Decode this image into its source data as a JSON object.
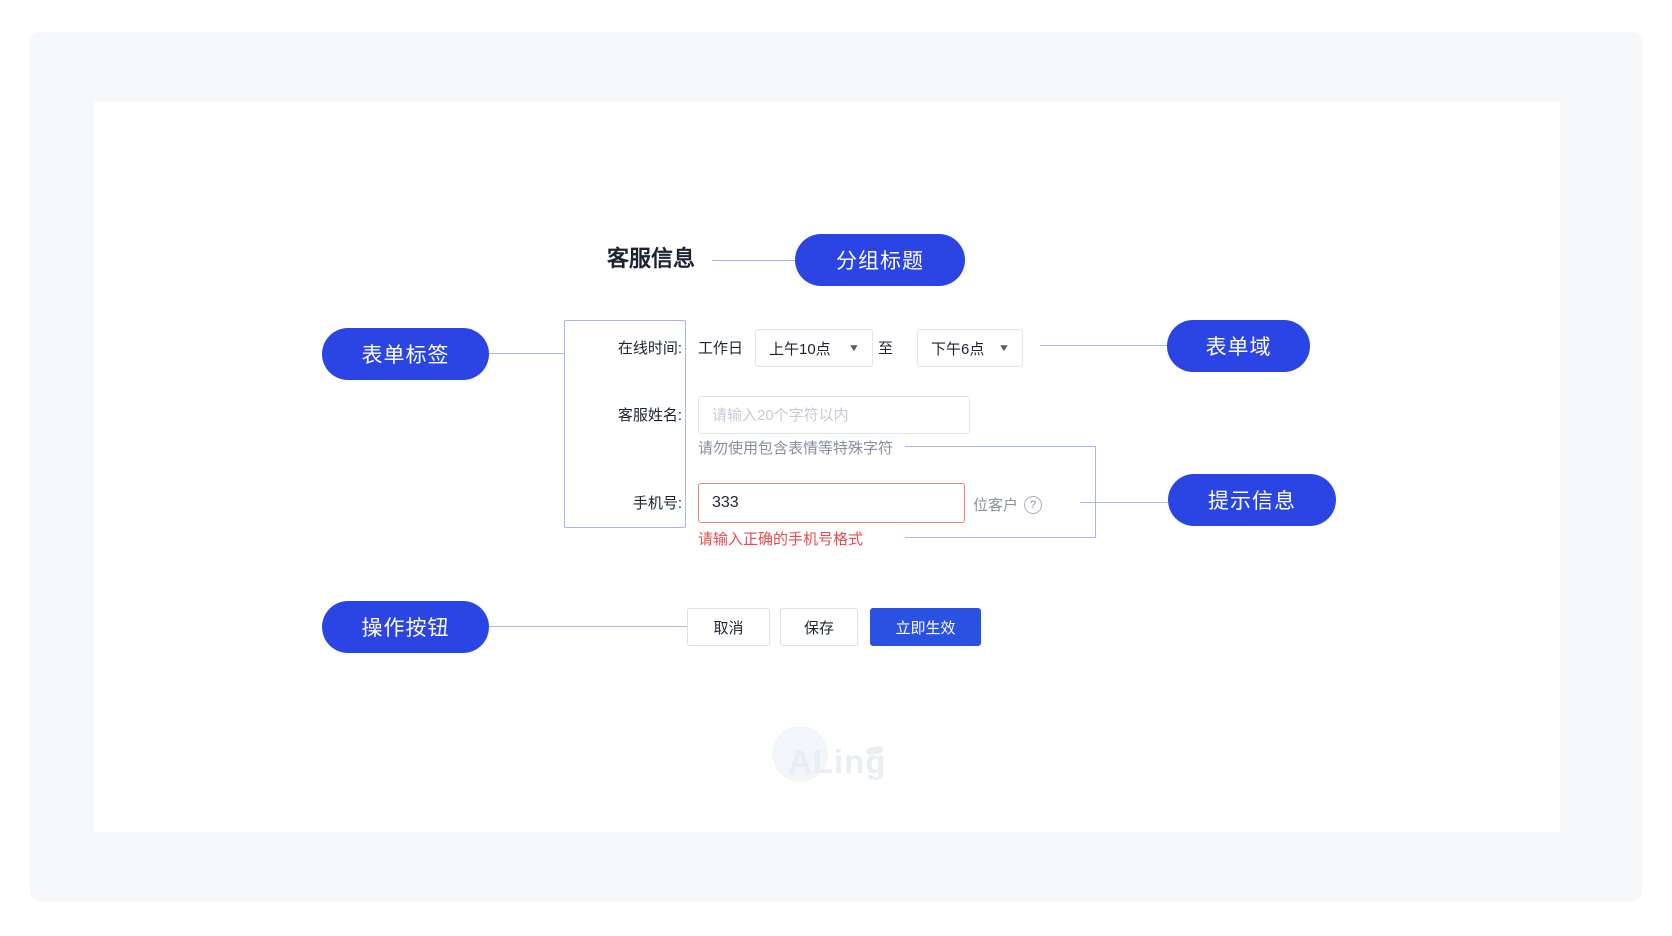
{
  "colors": {
    "accent_blue": "#2b45e5",
    "primary_button_blue": "#2a52e2",
    "connector_blue": "#a9b5f2",
    "error_red": "#e34d4c",
    "error_border": "#f17c7c",
    "panel_gray": "#f7f8fa"
  },
  "card": {
    "group_title": "客服信息"
  },
  "callouts": {
    "group_title": "分组标题",
    "form_label": "表单标签",
    "form_field": "表单域",
    "hint_info": "提示信息",
    "action_buttons": "操作按钮"
  },
  "form": {
    "online_time": {
      "label": "在线时间:",
      "prefix": "工作日",
      "start_value": "上午10点",
      "joiner": "至",
      "end_value": "下午6点"
    },
    "agent_name": {
      "label": "客服姓名:",
      "placeholder": "请输入20个字符以内",
      "hint": "请勿使用包含表情等特殊字符"
    },
    "phone": {
      "label": "手机号:",
      "value": "333",
      "suffix": "位客户",
      "error": "请输入正确的手机号格式"
    },
    "actions": {
      "cancel": "取消",
      "save": "保存",
      "apply": "立即生效"
    }
  },
  "icons": {
    "dropdown_arrow": "▼",
    "help": "?"
  },
  "watermark": {
    "text": "ALing"
  }
}
